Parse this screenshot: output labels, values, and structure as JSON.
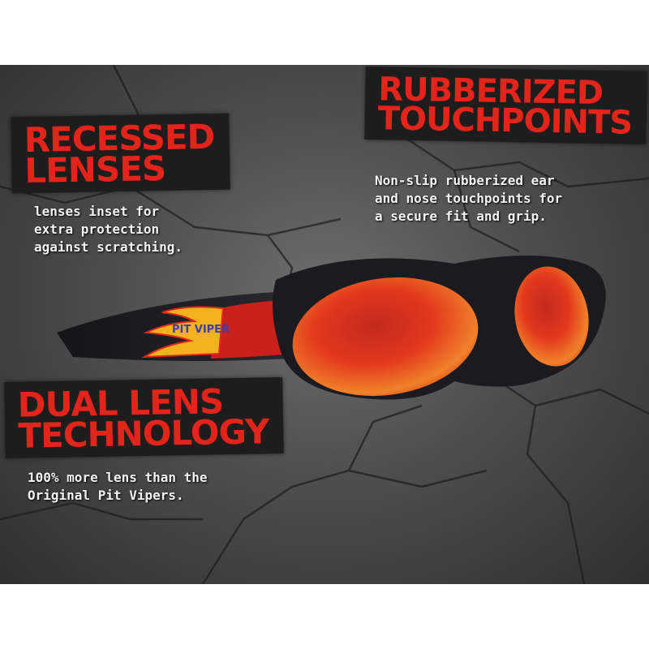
{
  "callouts": {
    "recessed": {
      "title_lines": [
        "RECESSED",
        "LENSES"
      ],
      "desc_lines": [
        "lenses inset for",
        "extra protection",
        "against scratching."
      ]
    },
    "rubberized": {
      "title_lines": [
        "RUBBERIZED",
        "TOUCHPOINTS"
      ],
      "desc_lines": [
        "Non-slip rubberized ear",
        "and nose touchpoints for",
        "a secure fit and grip."
      ]
    },
    "dual": {
      "title_lines": [
        "DUAL LENS",
        "TECHNOLOGY"
      ],
      "desc_lines": [
        "100% more lens than the",
        "Original Pit Vipers."
      ]
    }
  },
  "product": {
    "arm_print": "PIT VIPER",
    "colors": {
      "frame": "#1b1b1f",
      "lens": "#e3381c",
      "flame": "#f2b21d",
      "accent": "#e3241b"
    }
  }
}
